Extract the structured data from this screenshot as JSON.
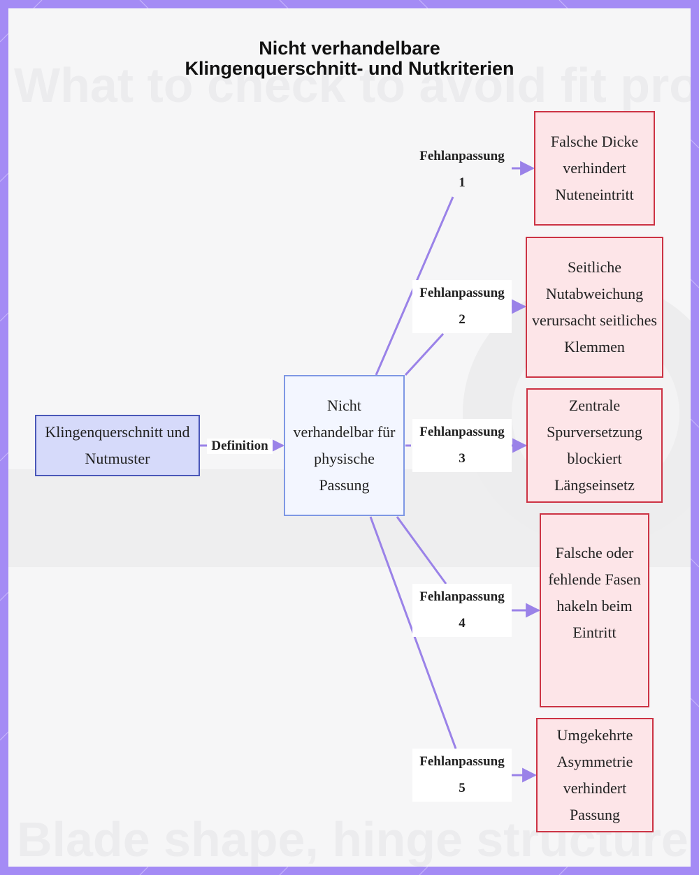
{
  "title": {
    "line1": "Nicht verhandelbare",
    "line2": "Klingenquerschnitt- und Nutkriterien"
  },
  "background_text": {
    "top": "What to check to avoid fit proble",
    "bottom": "Blade shape, hinge structure."
  },
  "nodes": {
    "source": "Klingenquerschnitt und Nutmuster",
    "center": "Nicht verhandelbar für physische Passung",
    "outcomes": [
      "Falsche Dicke verhindert Nuteneintritt",
      "Seitliche Nutabweichung verursacht seitliches Klemmen",
      "Zentrale Spurversetzung blockiert Längseinsetz",
      "Falsche oder fehlende Fasen hakeln beim Eintritt",
      "Umgekehrte Asymmetrie verhindert Passung"
    ]
  },
  "edges": {
    "definition": "Definition",
    "mismatch_word": "Fehlanpassung",
    "mismatch_numbers": [
      "1",
      "2",
      "3",
      "4",
      "5"
    ]
  },
  "colors": {
    "border_purple": "#a48bf5",
    "edge_purple": "#9a82e8",
    "source_fill": "#d6dafa",
    "source_stroke": "#4a57b8",
    "center_fill": "#f3f6ff",
    "center_stroke": "#7e97e4",
    "outcome_fill": "#fde5e8",
    "outcome_stroke": "#cc3344"
  }
}
